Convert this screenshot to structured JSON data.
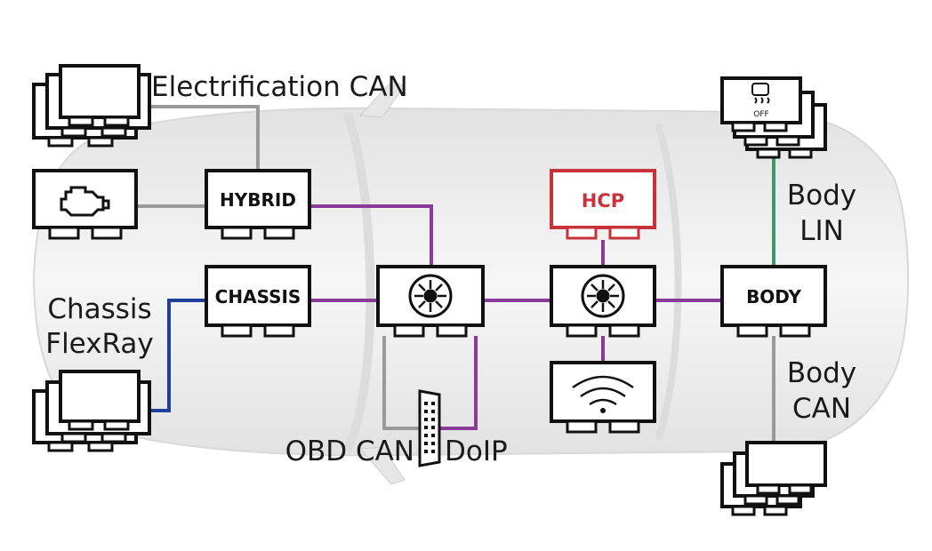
{
  "labels": {
    "electrification_can": "Electrification CAN",
    "chassis_flexray_line1": "Chassis",
    "chassis_flexray_line2": "FlexRay",
    "obd_can": "OBD CAN",
    "doip": "DoIP",
    "body_lin_line1": "Body",
    "body_lin_line2": "LIN",
    "body_can_line1": "Body",
    "body_can_line2": "CAN"
  },
  "ecus": {
    "hybrid": "HYBRID",
    "chassis": "CHASSIS",
    "hcp": "HCP",
    "body": "BODY"
  },
  "traction_off_text": "OFF",
  "colors": {
    "electrification_can": "#9a9a9a",
    "flexray": "#1f3f9a",
    "ethernet": "#8a3a98",
    "lin": "#3a9a6a",
    "body_can": "#9a9a9a",
    "obd_can": "#9a9a9a",
    "hcp": "#c8323c",
    "car": "#ececec"
  }
}
